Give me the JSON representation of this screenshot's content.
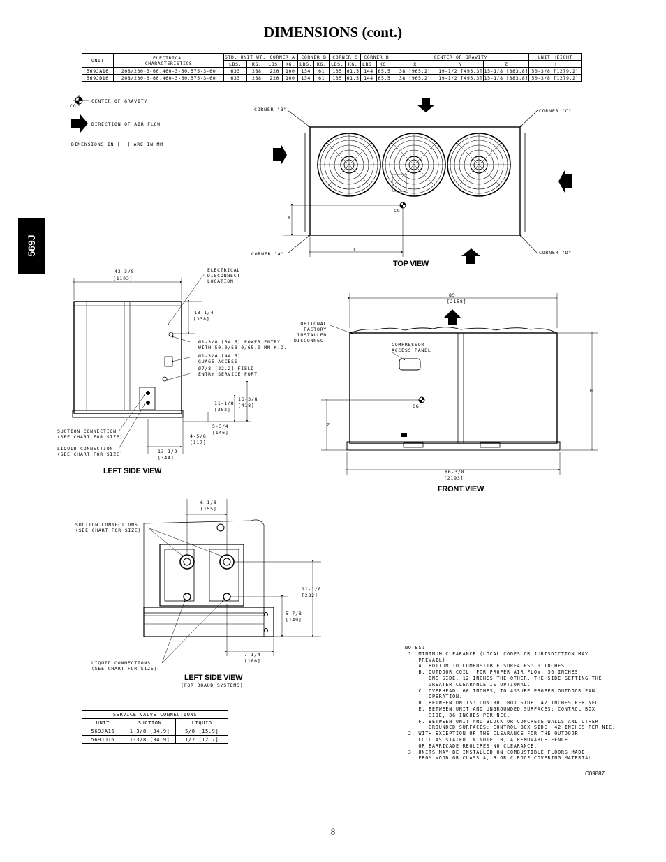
{
  "page": {
    "title": "DIMENSIONS (cont.)",
    "side_tab": "569J",
    "page_number": "8",
    "figure_code": "C09887"
  },
  "dim_table": {
    "h1": [
      "UNIT",
      "ELECTRICAL\nCHARACTERISTICS",
      "STD. UNIT WT.",
      "CORNER A",
      "CORNER B",
      "CORNER C",
      "CORNER D",
      "CENTER OF GRAVITY",
      "UNIT HEIGHT"
    ],
    "h2": [
      "LBS.",
      "KG.",
      "LBS.",
      "KG.",
      "LBS.",
      "KG.",
      "LBS.",
      "KG.",
      "LBS.",
      "KG.",
      "X",
      "Y",
      "Z",
      "H"
    ],
    "rows": [
      [
        "569JA16",
        "208/230-3-60,460-3-60,575-3-60",
        "633",
        "288",
        "220",
        "100",
        "134",
        "61",
        "135",
        "61.5",
        "144",
        "65.5",
        "38 [965.2]",
        "19-1/2 [495.3]",
        "15-1/8 [383.8]",
        "50-3/8 [1279.2]"
      ],
      [
        "569JD16",
        "208/230-3-60,460-3-60,575-3-60",
        "633",
        "288",
        "220",
        "100",
        "134",
        "61",
        "135",
        "61.5",
        "144",
        "65.5",
        "38 [965.2]",
        "19-1/2 [495.3]",
        "15-1/8 [383.8]",
        "50-3/8 [1279.2]"
      ]
    ]
  },
  "legend": {
    "cg": "CG",
    "cg_label": "CENTER OF GRAVITY",
    "airflow_label": "DIRECTION OF AIR FLOW",
    "dims_note": "DIMENSIONS IN [  ] ARE IN MM"
  },
  "top_view": {
    "corner_b": "CORNER \"B\"",
    "corner_c": "CORNER \"C\"",
    "corner_a": "CORNER \"A\"",
    "corner_d": "CORNER \"D\"",
    "y": "Y",
    "x": "X",
    "cg": "CG",
    "caption": "TOP VIEW"
  },
  "left_side_view": {
    "w1": "43-3/8",
    "w1_mm": "[1103]",
    "elec": "ELECTRICAL\nDISCONNECT\nLOCATION",
    "d1": "13-1/4",
    "d1_mm": "[338]",
    "power": "Ø1-3/8 [34.5] POWER ENTRY\nWITH 50.0/58.0/65.0 MM K.O.",
    "gauge": "Ø1-3/4 [44.5]\nGUAGE ACCESS",
    "field": "Ø7/8 [22.2] FIELD\nENTRY SERVICE PORT",
    "d2": "16-3/8",
    "d2_mm": "[418]",
    "d3": "11-1/8",
    "d3_mm": "[282]",
    "d4": "5-3/4",
    "d4_mm": "[146]",
    "d5": "4-5/8",
    "d5_mm": "[117]",
    "d6": "13-1/2",
    "d6_mm": "[344]",
    "suction": "SUCTION CONNECTION\n(SEE CHART FOR SIZE)",
    "liquid": "LIQUID CONNECTION\n(SEE CHART FOR SIZE)",
    "caption": "LEFT SIDE VIEW"
  },
  "front_view": {
    "w1": "85",
    "w1_mm": "[2158]",
    "optional": "OPTIONAL\nFACTORY\nINSTALLED\nDISCONNECT",
    "compressor": "COMPRESSOR\nACCESS PANEL",
    "cg": "CG",
    "h": "H",
    "z": "Z",
    "w2": "86-3/8",
    "w2_mm": "[2193]",
    "caption": "FRONT VIEW"
  },
  "detail_view": {
    "d1": "6-1/8",
    "d1_mm": "[155]",
    "suction": "SUCTION CONNECTIONS\n(SEE CHART FOR SIZE)",
    "d2": "11-1/8",
    "d2_mm": "[282]",
    "d3": "5-7/8",
    "d3_mm": "[149]",
    "d4": "7-1/4",
    "d4_mm": "[186]",
    "liquid": "LIQUID CONNECTIONS\n(SEE CHART FOR SIZE)",
    "caption": "LEFT SIDE VIEW",
    "sub": "(FOR 38AUD SYSTEMS)"
  },
  "svc_table": {
    "title": "SERVICE VALVE CONNECTIONS",
    "head": [
      "UNIT",
      "SUCTION",
      "LIQUID"
    ],
    "rows": [
      [
        "569JA16",
        "1-3/8 [34.9]",
        "5/8 [15.9]"
      ],
      [
        "569JD16",
        "1-3/8 [34.9]",
        "1/2 [12.7]"
      ]
    ]
  },
  "notes": "NOTES:\n 1. MINIMUM CLEARANCE (LOCAL CODES OR JURISDICTION MAY\n    PREVAIL):\n    A. BOTTOM TO COMBUSTIBLE SURFACES: 0 INCHES.\n    B. OUTDOOR COIL, FOR PROPER AIR FLOW, 36 INCHES\n       ONE SIDE, 12 INCHES THE OTHER. THE SIDE GETTING THE\n       GREATER CLEARANCE IS OPTIONAL.\n    C. OVERHEAD: 60 INCHES, TO ASSURE PROPER OUTDOOR FAN\n       OPERATION.\n    D. BETWEEN UNITS: CONTROL BOX SIDE, 42 INCHES PER NEC.\n    E. BETWEEN UNIT AND UNGROUNDED SURFACES: CONTROL BOX\n       SIDE, 36 INCHES PER NEC.\n    F. BETWEEN UNIT AND BLOCK OR CONCRETE WALLS AND OTHER\n       GROUNDED SURFACES: CONTROL BOX SIDE, 42 INCHES PER NEC.\n 2. WITH EXCEPTION OF THE CLEARANCE FOR THE OUTDOOR\n    COIL AS STATED IN NOTE 1B, A REMOVABLE FENCE\n    OR BARRICADE REQUIRES NO CLEARANCE.\n 3. UNITS MAY BE INSTALLED ON COMBUSTIBLE FLOORS MADE\n    FROM WOOD OR CLASS A, B OR C ROOF COVERING MATERIAL."
}
